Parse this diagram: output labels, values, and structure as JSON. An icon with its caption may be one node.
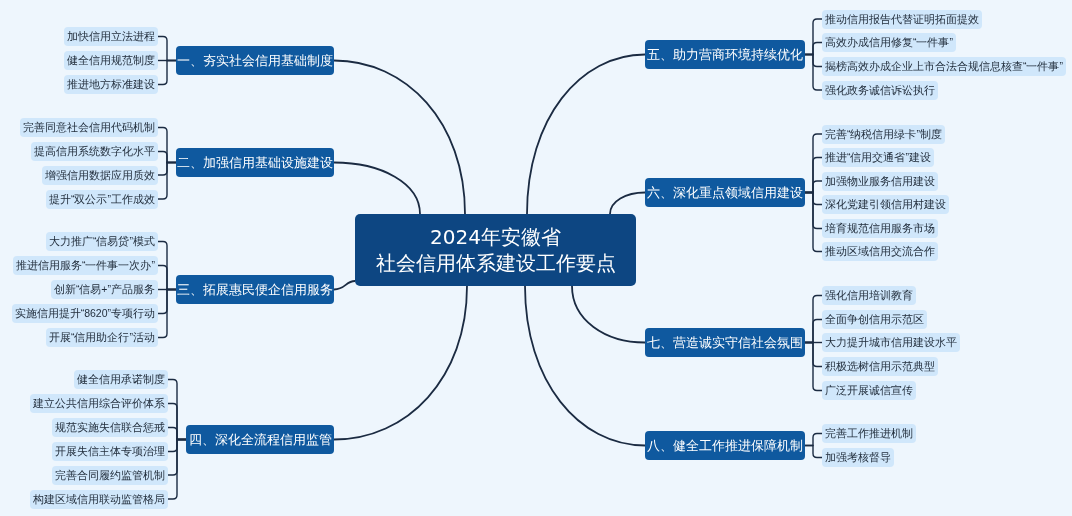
{
  "diagram": {
    "nodes": [
      {
        "text": [
          "2024年安徽省",
          "社会信用体系建设工作要点"
        ]
      },
      {
        "text": [
          "一、夯实社会信用基础制度"
        ]
      },
      {
        "text": [
          "加快信用立法进程"
        ]
      },
      {
        "text": [
          "健全信用规范制度"
        ]
      },
      {
        "text": [
          "推进地方标准建设"
        ]
      },
      {
        "text": [
          "二、加强信用基础设施建设"
        ]
      },
      {
        "text": [
          "完善同意社会信用代码机制"
        ]
      },
      {
        "text": [
          "提高信用系统数字化水平"
        ]
      },
      {
        "text": [
          "增强信用数据应用质效"
        ]
      },
      {
        "text": [
          "提升“双公示”工作成效"
        ]
      },
      {
        "text": [
          "三、拓展惠民便企信用服务"
        ]
      },
      {
        "text": [
          "大力推广“信易贷”模式"
        ]
      },
      {
        "text": [
          "推进信用服务“一件事一次办”"
        ]
      },
      {
        "text": [
          "创新“信易+”产品服务"
        ]
      },
      {
        "text": [
          "实施信用提升“8620”专项行动"
        ]
      },
      {
        "text": [
          "开展“信用助企行”活动"
        ]
      },
      {
        "text": [
          "四、深化全流程信用监管"
        ]
      },
      {
        "text": [
          "健全信用承诺制度"
        ]
      },
      {
        "text": [
          "建立公共信用综合评价体系"
        ]
      },
      {
        "text": [
          "规范实施失信联合惩戒"
        ]
      },
      {
        "text": [
          "开展失信主体专项治理"
        ]
      },
      {
        "text": [
          "完善合同履约监管机制"
        ]
      },
      {
        "text": [
          "构建区域信用联动监管格局"
        ]
      },
      {
        "text": [
          "五、助力营商环境持续优化"
        ]
      },
      {
        "text": [
          "推动信用报告代替证明拓面提效"
        ]
      },
      {
        "text": [
          "高效办成信用修复“一件事”"
        ]
      },
      {
        "text": [
          "揭榜高效办成企业上市合法合规信息核查“一件事”"
        ]
      },
      {
        "text": [
          "强化政务诚信诉讼执行"
        ]
      },
      {
        "text": [
          "六、深化重点领域信用建设"
        ]
      },
      {
        "text": [
          "完善“纳税信用绿卡”制度"
        ]
      },
      {
        "text": [
          "推进“信用交通省”建设"
        ]
      },
      {
        "text": [
          "加强物业服务信用建设"
        ]
      },
      {
        "text": [
          "深化党建引领信用村建设"
        ]
      },
      {
        "text": [
          "培育规范信用服务市场"
        ]
      },
      {
        "text": [
          "推动区域信用交流合作"
        ]
      },
      {
        "text": [
          "七、营造诚实守信社会氛围"
        ]
      },
      {
        "text": [
          "强化信用培训教育"
        ]
      },
      {
        "text": [
          "全面争创信用示范区"
        ]
      },
      {
        "text": [
          "大力提升城市信用建设水平"
        ]
      },
      {
        "text": [
          "积极选树信用示范典型"
        ]
      },
      {
        "text": [
          "广泛开展诚信宣传"
        ]
      },
      {
        "text": [
          "八、健全工作推进保障机制"
        ]
      },
      {
        "text": [
          "完善工作推进机制"
        ]
      },
      {
        "text": [
          "加强考核督导"
        ]
      }
    ],
    "edges": [
      {
        "from": 0,
        "to": 1,
        "arrow": "none"
      },
      {
        "from": 0,
        "to": 5,
        "arrow": "none"
      },
      {
        "from": 0,
        "to": 10,
        "arrow": "none"
      },
      {
        "from": 0,
        "to": 16,
        "arrow": "none"
      },
      {
        "from": 0,
        "to": 23,
        "arrow": "none"
      },
      {
        "from": 0,
        "to": 28,
        "arrow": "none"
      },
      {
        "from": 0,
        "to": 35,
        "arrow": "none"
      },
      {
        "from": 0,
        "to": 41,
        "arrow": "none"
      },
      {
        "from": 1,
        "to": 2,
        "arrow": "none"
      },
      {
        "from": 1,
        "to": 3,
        "arrow": "none"
      },
      {
        "from": 1,
        "to": 4,
        "arrow": "none"
      },
      {
        "from": 5,
        "to": 6,
        "arrow": "none"
      },
      {
        "from": 5,
        "to": 7,
        "arrow": "none"
      },
      {
        "from": 5,
        "to": 8,
        "arrow": "none"
      },
      {
        "from": 5,
        "to": 9,
        "arrow": "none"
      },
      {
        "from": 10,
        "to": 11,
        "arrow": "none"
      },
      {
        "from": 10,
        "to": 12,
        "arrow": "none"
      },
      {
        "from": 10,
        "to": 13,
        "arrow": "none"
      },
      {
        "from": 10,
        "to": 14,
        "arrow": "none"
      },
      {
        "from": 10,
        "to": 15,
        "arrow": "none"
      },
      {
        "from": 16,
        "to": 17,
        "arrow": "none"
      },
      {
        "from": 16,
        "to": 18,
        "arrow": "none"
      },
      {
        "from": 16,
        "to": 19,
        "arrow": "none"
      },
      {
        "from": 16,
        "to": 20,
        "arrow": "none"
      },
      {
        "from": 16,
        "to": 21,
        "arrow": "none"
      },
      {
        "from": 16,
        "to": 22,
        "arrow": "none"
      },
      {
        "from": 23,
        "to": 24,
        "arrow": "none"
      },
      {
        "from": 23,
        "to": 25,
        "arrow": "none"
      },
      {
        "from": 23,
        "to": 26,
        "arrow": "none"
      },
      {
        "from": 23,
        "to": 27,
        "arrow": "none"
      },
      {
        "from": 28,
        "to": 29,
        "arrow": "none"
      },
      {
        "from": 28,
        "to": 30,
        "arrow": "none"
      },
      {
        "from": 28,
        "to": 31,
        "arrow": "none"
      },
      {
        "from": 28,
        "to": 32,
        "arrow": "none"
      },
      {
        "from": 28,
        "to": 33,
        "arrow": "none"
      },
      {
        "from": 28,
        "to": 34,
        "arrow": "none"
      },
      {
        "from": 35,
        "to": 36,
        "arrow": "none"
      },
      {
        "from": 35,
        "to": 37,
        "arrow": "none"
      },
      {
        "from": 35,
        "to": 38,
        "arrow": "none"
      },
      {
        "from": 35,
        "to": 39,
        "arrow": "none"
      },
      {
        "from": 35,
        "to": 40,
        "arrow": "none"
      },
      {
        "from": 41,
        "to": 42,
        "arrow": "none"
      },
      {
        "from": 41,
        "to": 43,
        "arrow": "none"
      }
    ]
  }
}
